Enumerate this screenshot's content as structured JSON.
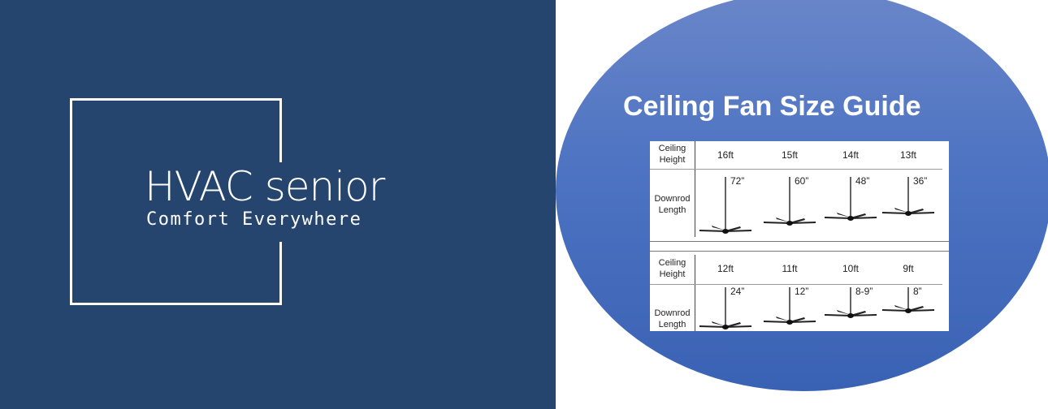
{
  "logo": {
    "brand": "HVAC senior",
    "tagline": "Comfort Everywhere"
  },
  "guide": {
    "title": "Ceiling Fan Size Guide",
    "row_labels": {
      "height": "Ceiling Height",
      "downrod": "Downrod Length"
    },
    "top": [
      {
        "height": "16ft",
        "downrod": "72”"
      },
      {
        "height": "15ft",
        "downrod": "60”"
      },
      {
        "height": "14ft",
        "downrod": "48”"
      },
      {
        "height": "13ft",
        "downrod": "36”"
      }
    ],
    "bottom": [
      {
        "height": "12ft",
        "downrod": "24”"
      },
      {
        "height": "11ft",
        "downrod": "12”"
      },
      {
        "height": "10ft",
        "downrod": "8-9”"
      },
      {
        "height": "9ft",
        "downrod": "8”"
      }
    ]
  }
}
